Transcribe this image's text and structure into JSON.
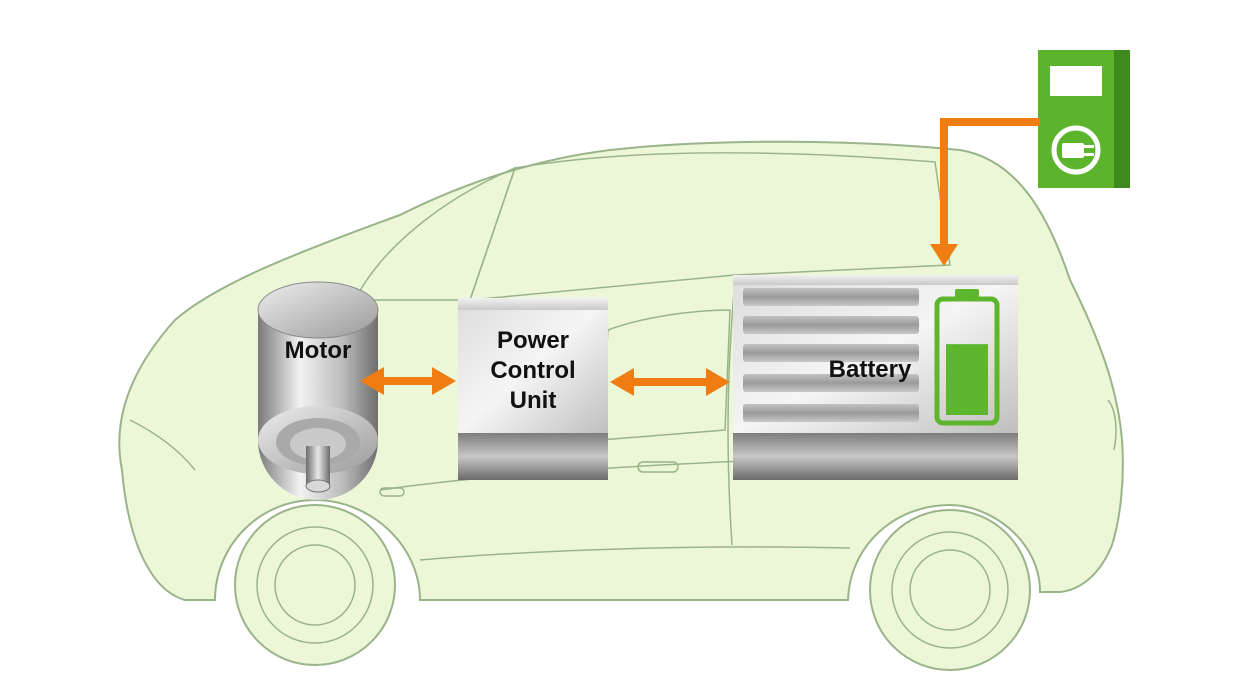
{
  "diagram": {
    "components": {
      "motor": {
        "label": "Motor"
      },
      "pcu": {
        "label_lines": [
          "Power",
          "Control",
          "Unit"
        ]
      },
      "battery": {
        "label": "Battery",
        "charge_level": 0.65
      }
    },
    "connections": [
      {
        "from": "motor",
        "to": "pcu",
        "direction": "bidirectional"
      },
      {
        "from": "pcu",
        "to": "battery",
        "direction": "bidirectional"
      },
      {
        "from": "charging-station",
        "to": "battery",
        "direction": "one-way"
      }
    ],
    "icons": {
      "charger": "charging-station-icon",
      "plug": "ev-plug-icon",
      "battery_level": "battery-level-icon",
      "car": "car-outline"
    },
    "colors": {
      "car_fill": "#ecf7d8",
      "car_outline": "#9ab48a",
      "arrow": "#ef7d11",
      "charger_green": "#5bb42b",
      "charger_dark": "#3f8a1c",
      "battery_green": "#5eb52e",
      "metal": "#b8b8b8"
    }
  }
}
